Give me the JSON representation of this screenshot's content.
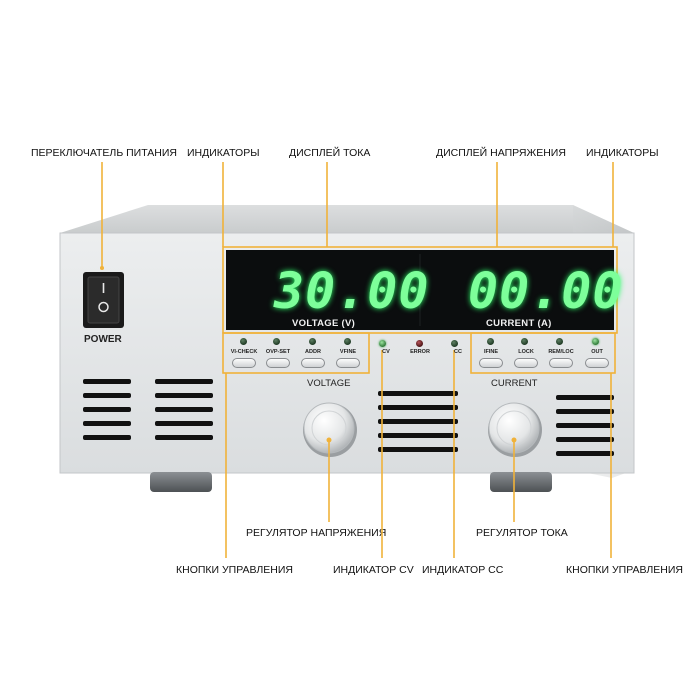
{
  "callouts": {
    "power_switch": "ПЕРЕКЛЮЧАТЕЛЬ ПИТАНИЯ",
    "indicators_left": "ИНДИКАТОРЫ",
    "current_display": "ДИСПЛЕЙ ТОКА",
    "voltage_display": "ДИСПЛЕЙ НАПРЯЖЕНИЯ",
    "indicators_right": "ИНДИКАТОРЫ",
    "voltage_knob": "РЕГУЛЯТОР НАПРЯЖЕНИЯ",
    "current_knob": "РЕГУЛЯТОР ТОКА",
    "control_buttons_left": "КНОПКИ УПРАВЛЕНИЯ",
    "cv_indicator": "ИНДИКАТОР CV",
    "cc_indicator": "ИНДИКАТОР CC",
    "control_buttons_right": "КНОПКИ УПРАВЛЕНИЯ"
  },
  "device": {
    "power_label": "POWER",
    "switch_on": "I",
    "switch_off": "O",
    "voltage_readout": "30.00",
    "current_readout": "00.00",
    "voltage_unit": "VOLTAGE (V)",
    "current_unit": "CURRENT (A)",
    "voltage_knob_label": "VOLTAGE",
    "current_knob_label": "CURRENT",
    "left_buttons": [
      "VI-CHECK",
      "OVP-SET",
      "ADDR",
      "VFINE"
    ],
    "right_buttons": [
      "IFINE",
      "LOCK",
      "REM/LOC",
      "OUT"
    ],
    "status": {
      "cv": "CV",
      "error": "ERROR",
      "cc": "CC"
    }
  },
  "colors": {
    "accent": "#f0b23a",
    "display_digits": "#7dff9a",
    "chassis": "#e3e5e6"
  }
}
